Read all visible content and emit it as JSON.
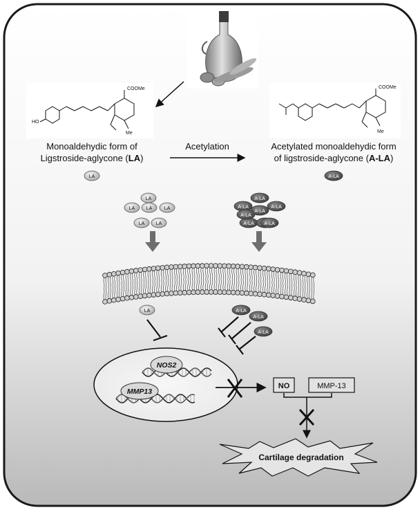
{
  "compounds": {
    "la": {
      "name_line1": "Monoaldehydic form of",
      "name_line2_prefix": "Ligstroside-aglycone (",
      "abbrev": "LA",
      "name_line2_suffix": ")",
      "badge": "LA"
    },
    "ala": {
      "name_line1": "Acetylated monoaldehydic form",
      "name_line2_prefix": "of ligstroside-aglycone (",
      "abbrev": "A-LA",
      "name_line2_suffix": ")",
      "badge": "A-LA"
    }
  },
  "structure_labels": {
    "cooMe_left": "COOMe",
    "cooMe_right": "COOMe",
    "ho": "HO",
    "me_left": "Me",
    "me_right": "Me"
  },
  "reaction": {
    "label": "Acetylation"
  },
  "cell": {
    "genes": [
      "NOS2",
      "MMP13"
    ]
  },
  "products": {
    "no": "NO",
    "mmp13": "MMP-13"
  },
  "outcome": {
    "label": "Cartilage degradation"
  },
  "colors": {
    "la_badge": "#c8c8c8",
    "ala_badge": "#5a5a5a",
    "arrow_gray": "#6e6e6e",
    "frame": "#1a1a1a"
  }
}
